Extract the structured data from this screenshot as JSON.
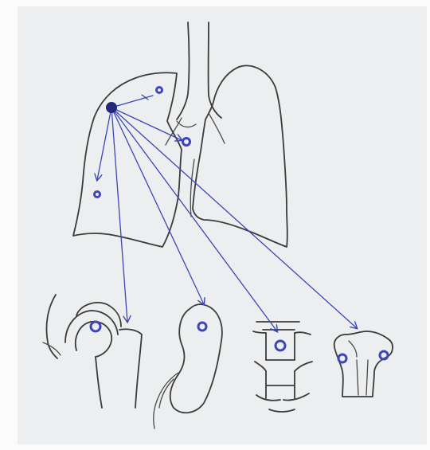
{
  "colors": {
    "paper": "#eceeef",
    "pencil": "#3b3b3b",
    "ink": "#3d46b8",
    "ink_dark": "#232a7a",
    "frame": "#fbfbfb"
  },
  "diagram": {
    "description_visible_text": "",
    "primary_site": "lung-primary-tumor",
    "local_spread": [
      "lung-nodule-upper",
      "hilar-lymph-node",
      "lung-nodule-lower"
    ],
    "distant_targets": [
      "bone-femoral-head",
      "kidney",
      "vertebra",
      "adrenal-gland"
    ]
  }
}
